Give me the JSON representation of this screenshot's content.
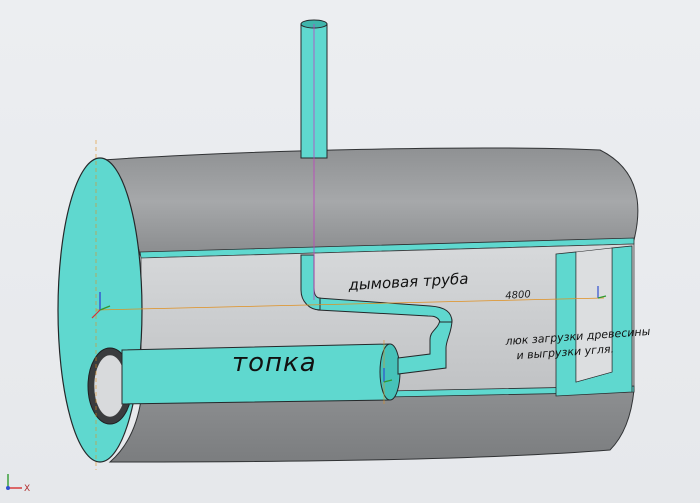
{
  "labels": {
    "flue_pipe": "дымовая труба",
    "dimension": "4800",
    "furnace": "топка",
    "hatch_line1": "люк загрузки древесины",
    "hatch_line2": "и выгрузки угля.",
    "vertical_axis": "",
    "x_axis": "X"
  },
  "colors": {
    "background": "#e9ebee",
    "steel_body": "#9b9d9f",
    "steel_dark": "#7d7f81",
    "cut_face": "#5fd8cf",
    "interior": "#c9cbcd",
    "axis_red": "#d83030",
    "axis_green": "#2f9a2f",
    "axis_blue": "#3050d0",
    "construction_orange": "#e09020",
    "construction_magenta": "#c040c0"
  },
  "icons": [
    "coordinate-axes-icon",
    "local-axes-triad-icon"
  ]
}
